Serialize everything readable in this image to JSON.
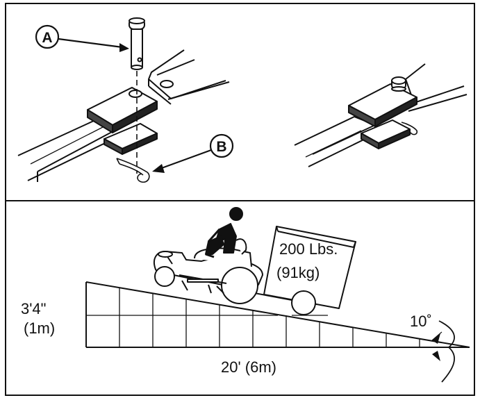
{
  "top_panel": {
    "callout_a": "A",
    "callout_b": "B"
  },
  "bottom_panel": {
    "load_weight": "200 Lbs.",
    "load_weight_metric": "(91kg)",
    "height_imperial": "3'4\"",
    "height_metric": "(1m)",
    "length": "20' (6m)",
    "angle": "10˚"
  }
}
